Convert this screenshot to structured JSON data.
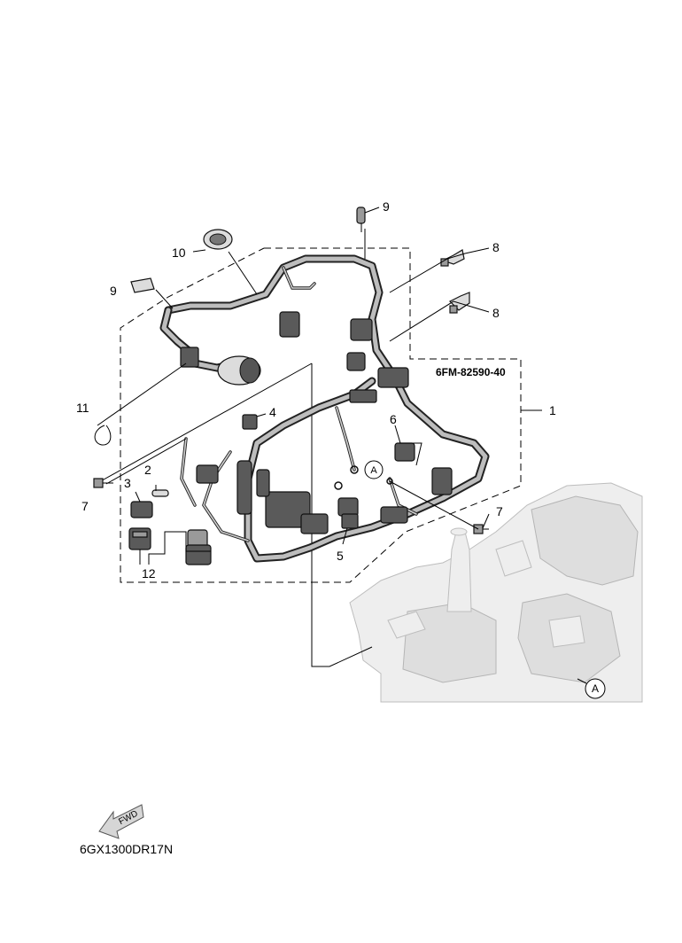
{
  "part_number": "6FM-82590-40",
  "drawing_code": "6GX1300DR17N",
  "fwd_label": "FWD",
  "reference_mark": "A",
  "callouts": {
    "c1": "1",
    "c2": "2",
    "c3": "3",
    "c4": "4",
    "c5": "5",
    "c6": "6",
    "c7a": "7",
    "c7b": "7",
    "c8a": "8",
    "c8b": "8",
    "c9a": "9",
    "c9b": "9",
    "c10": "10",
    "c11": "11",
    "c12": "12"
  }
}
